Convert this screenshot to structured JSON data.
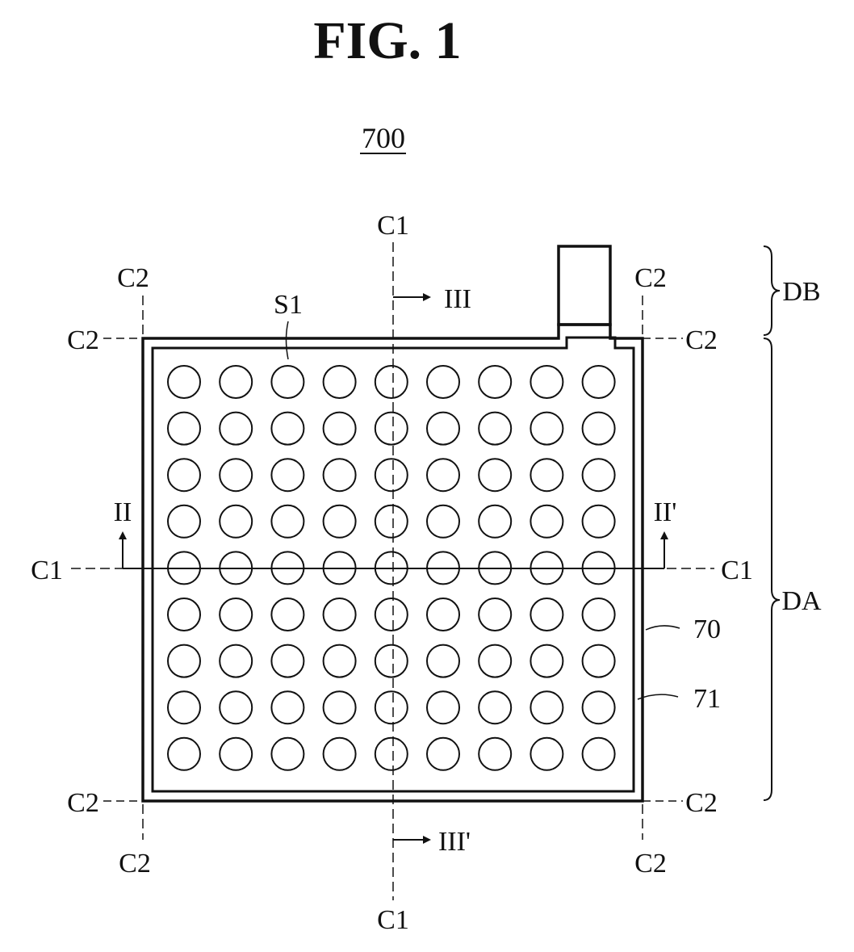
{
  "figure": {
    "title": "FIG. 1",
    "reference_number": "700"
  },
  "labels": {
    "c1_top": "C1",
    "c1_bottom": "C1",
    "c1_left": "C1",
    "c1_right": "C1",
    "c2_top_left": "C2",
    "c2_top_right": "C2",
    "c2_bottom_left": "C2",
    "c2_bottom_right": "C2",
    "c2_left_top": "C2",
    "c2_right_top": "C2",
    "c2_left_bottom": "C2",
    "c2_right_bottom": "C2",
    "section_ii": "II",
    "section_ii_prime": "II'",
    "section_iii": "III",
    "section_iii_prime": "III'",
    "s1": "S1",
    "outer_layer": "70",
    "inner_layer": "71",
    "region_db": "DB",
    "region_da": "DA"
  },
  "grid": {
    "rows": 9,
    "cols": 9
  },
  "colors": {
    "stroke": "#111111",
    "background": "#ffffff"
  }
}
